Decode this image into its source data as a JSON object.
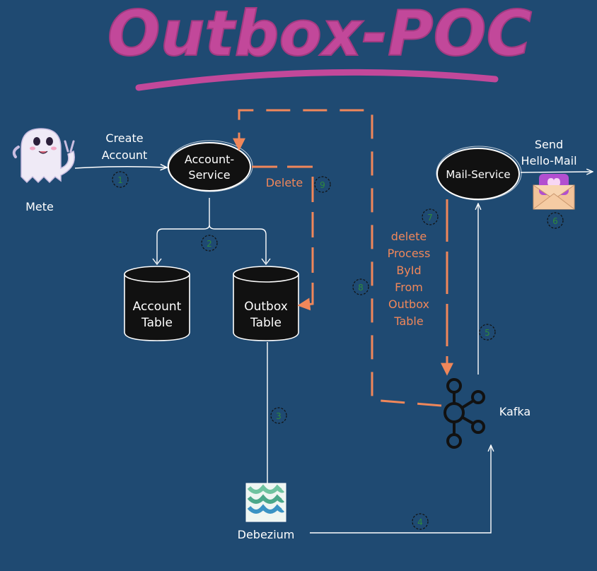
{
  "title": "Outbox-POC",
  "colors": {
    "background": "#1f4a72",
    "title": "#c2489a",
    "arrow": "#ffffff",
    "highlight": "#f0875a",
    "node_fill": "#111111",
    "step_badge": "#2f8a3c"
  },
  "actor": {
    "label": "Mete",
    "icon": "ghost-icon"
  },
  "edges": {
    "create_account": [
      "Create",
      "Account"
    ],
    "delete": "Delete",
    "delete_process": [
      "delete",
      "Process",
      "ById",
      "From",
      "Outbox",
      "Table"
    ],
    "send_mail": [
      "Send",
      "Hello-Mail"
    ]
  },
  "nodes": {
    "account_service": [
      "Account-",
      "Service"
    ],
    "mail_service": "Mail-Service",
    "account_table": [
      "Account",
      "Table"
    ],
    "outbox_table": [
      "Outbox",
      "Table"
    ],
    "debezium": "Debezium",
    "kafka": "Kafka"
  },
  "icons": {
    "debezium": "debezium-logo-icon",
    "kafka": "kafka-logo-icon",
    "mail": "open-envelope-heart-icon"
  },
  "steps": [
    "1",
    "2",
    "3",
    "4",
    "5",
    "6",
    "7",
    "8",
    "9"
  ]
}
